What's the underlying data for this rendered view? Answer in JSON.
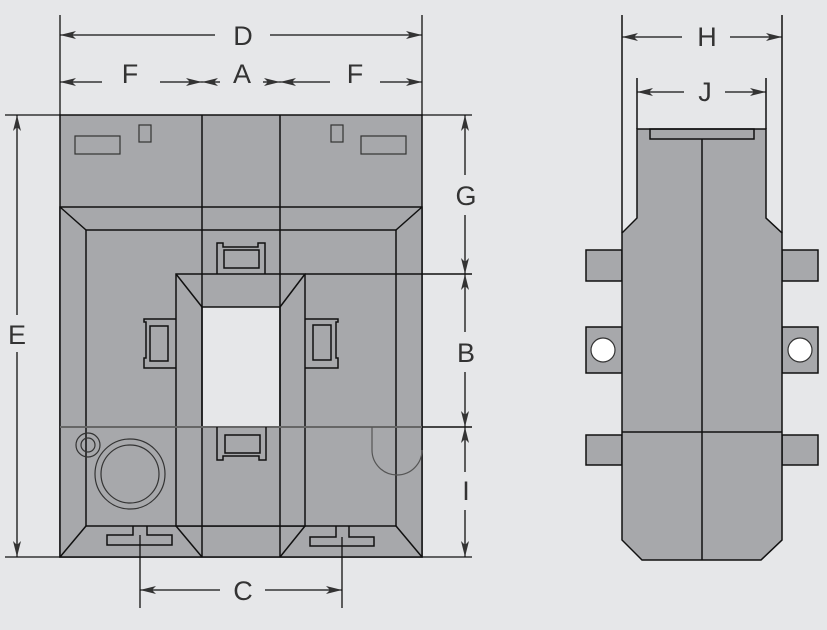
{
  "colors": {
    "background": "#e6e7e9",
    "body": "#a7a8ab",
    "line": "#111111"
  },
  "dimensions": {
    "D": "D",
    "F_left": "F",
    "A": "A",
    "F_right": "F",
    "E": "E",
    "G": "G",
    "B": "B",
    "I": "I",
    "C": "C",
    "H": "H",
    "J": "J"
  }
}
